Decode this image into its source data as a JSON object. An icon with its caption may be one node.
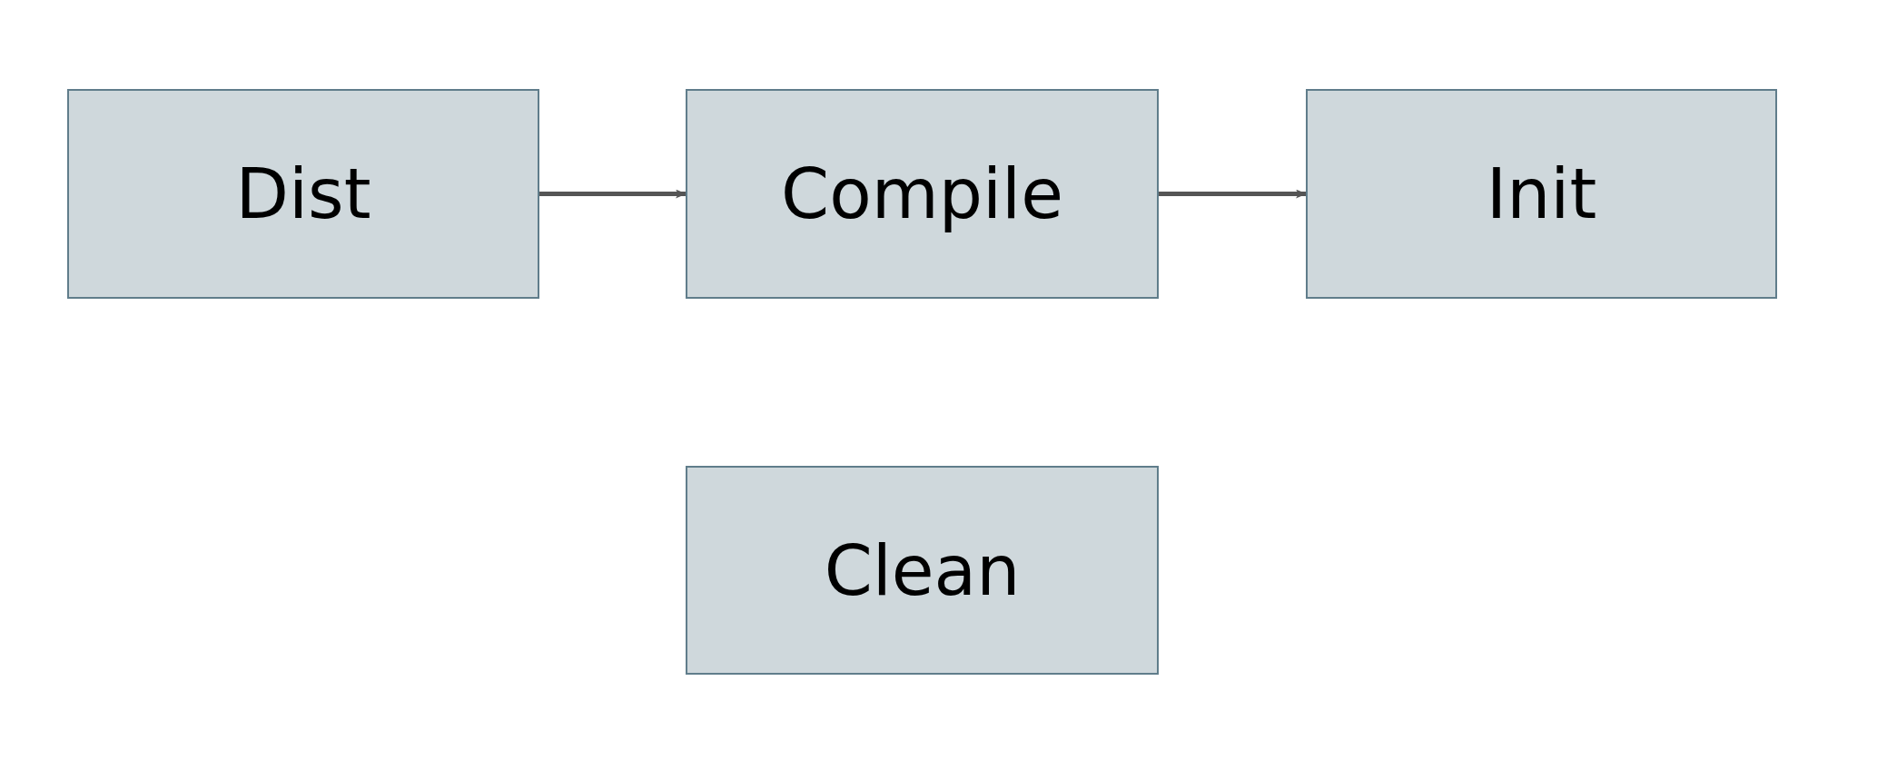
{
  "diagram": {
    "nodes": [
      {
        "text": [
          "Dist"
        ]
      },
      {
        "text": [
          "Compile"
        ]
      },
      {
        "text": [
          "Init"
        ]
      },
      {
        "text": [
          "Clean"
        ]
      }
    ],
    "edges": [
      {
        "from": 0,
        "to": 1,
        "arrow": "to"
      },
      {
        "from": 1,
        "to": 2,
        "arrow": "to"
      }
    ]
  }
}
